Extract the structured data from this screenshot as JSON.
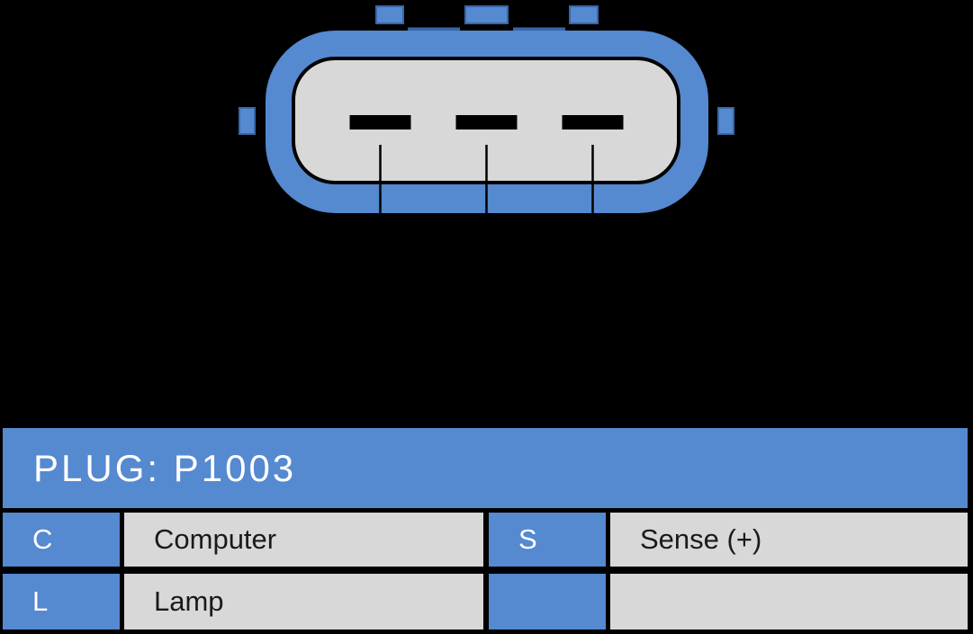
{
  "diagram": {
    "description": "Front view of a 3-pin oval automotive alternator plug connector",
    "pin_slot_count": 3,
    "top_tab_count": 3,
    "side_tab_count": 2
  },
  "colors": {
    "background": "#000000",
    "blue": "#5589D0",
    "tab_border_blue": "#3866A8",
    "connector_inner_gray": "#D8D8D8",
    "cell_gray": "#D8D8D8",
    "outline_black": "#000000",
    "header_text": "#FFFFFF",
    "cell_text": "#1A1A1A"
  },
  "table": {
    "header": {
      "label": "PLUG: P1003"
    },
    "rows": [
      {
        "cells": [
          {
            "key": "C",
            "value": "Computer"
          },
          {
            "key": "S",
            "value": "Sense (+)"
          }
        ]
      },
      {
        "cells": [
          {
            "key": "L",
            "value": "Lamp"
          },
          {
            "key": "",
            "value": ""
          }
        ]
      }
    ]
  }
}
